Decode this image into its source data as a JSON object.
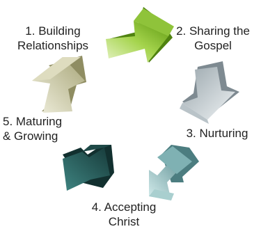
{
  "steps": [
    {
      "number": "1.",
      "line1": "1. Building",
      "line2": "Relationships",
      "color": "#c9c79e"
    },
    {
      "number": "2.",
      "line1": "2. Sharing the",
      "line2": "Gospel",
      "color": "#7fb81a"
    },
    {
      "number": "3.",
      "line1": "3. Nurturing",
      "line2": "",
      "color": "#c9d3d8"
    },
    {
      "number": "4.",
      "line1": "4. Accepting",
      "line2": "Christ",
      "color": "#8fc3c4"
    },
    {
      "number": "5.",
      "line1": "5. Maturing",
      "line2": "& Growing",
      "color": "#2e5e5c"
    }
  ]
}
